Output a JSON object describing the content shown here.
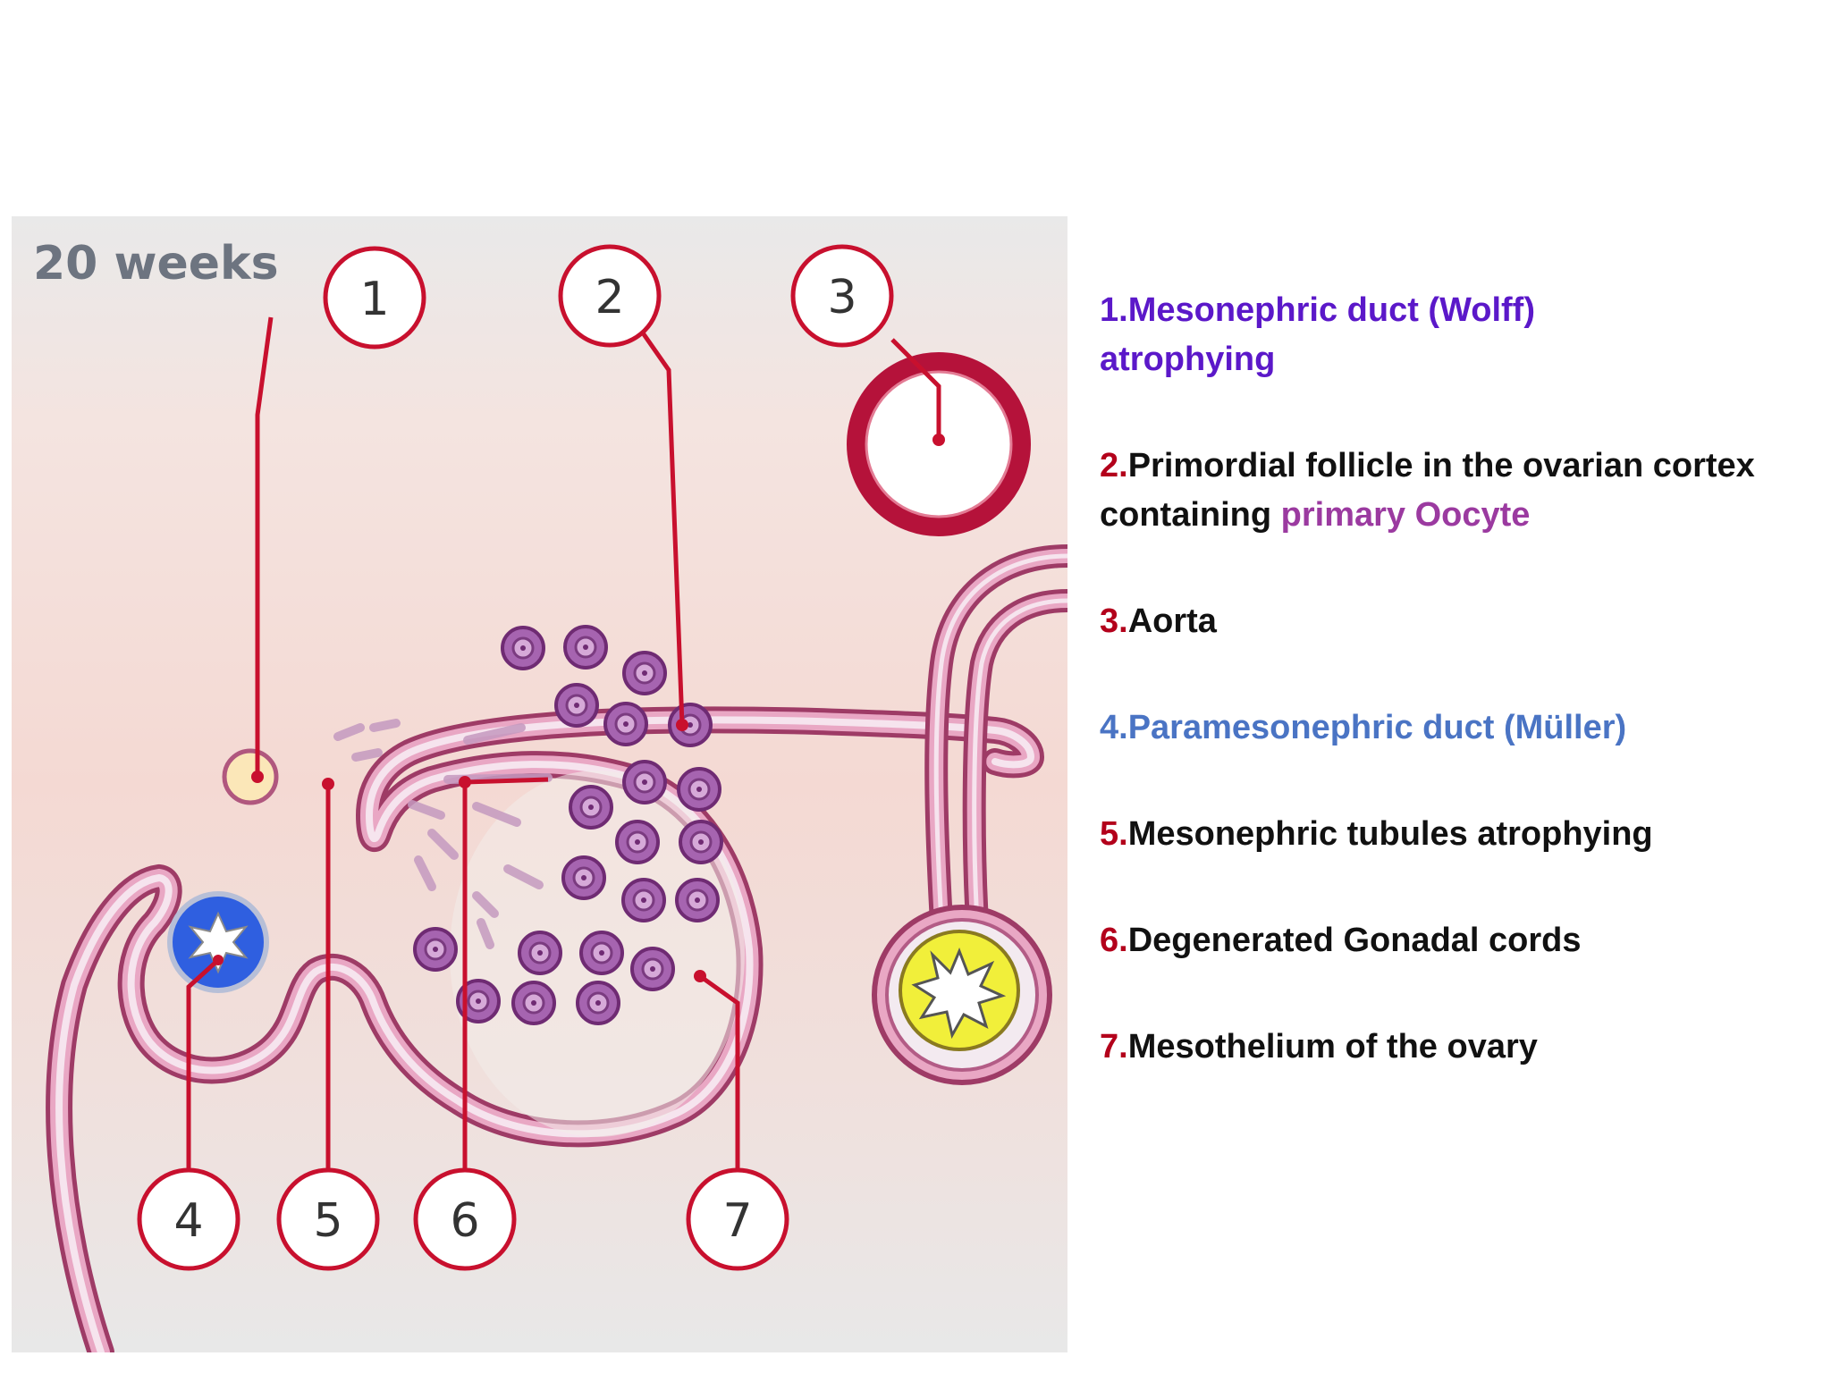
{
  "figure": {
    "stage_label": "20 weeks",
    "callouts": [
      "1",
      "2",
      "3",
      "4",
      "5",
      "6",
      "7"
    ]
  },
  "legend": {
    "items": [
      {
        "num": "1.",
        "parts": [
          "Mesonephric duct (Wolff)",
          "atrophying"
        ]
      },
      {
        "num": "2.",
        "parts": [
          "Primordial follicle in the ovarian cortex",
          "containing ",
          "primary Oocyte"
        ]
      },
      {
        "num": "3.",
        "parts": [
          "Aorta"
        ]
      },
      {
        "num": "4.",
        "parts": [
          "Paramesonephric duct (Müller)"
        ]
      },
      {
        "num": "5.",
        "parts": [
          "Mesonephric tubules atrophying"
        ]
      },
      {
        "num": "6.",
        "parts": [
          "Degenerated Gonadal cords"
        ]
      },
      {
        "num": "7.",
        "parts": [
          "Mesothelium of the ovary"
        ]
      }
    ]
  },
  "colors": {
    "number_red": "#b3001b",
    "wolff_purple": "#5b18c9",
    "oocyte_purple": "#9b3aa0",
    "muller_blue": "#4a74c4",
    "text_black": "#111111",
    "leader_red": "#c8102e",
    "tube_pink": "#d87fa8",
    "follicle_purple": "#8e3b8f",
    "aorta_red": "#b5123a"
  }
}
